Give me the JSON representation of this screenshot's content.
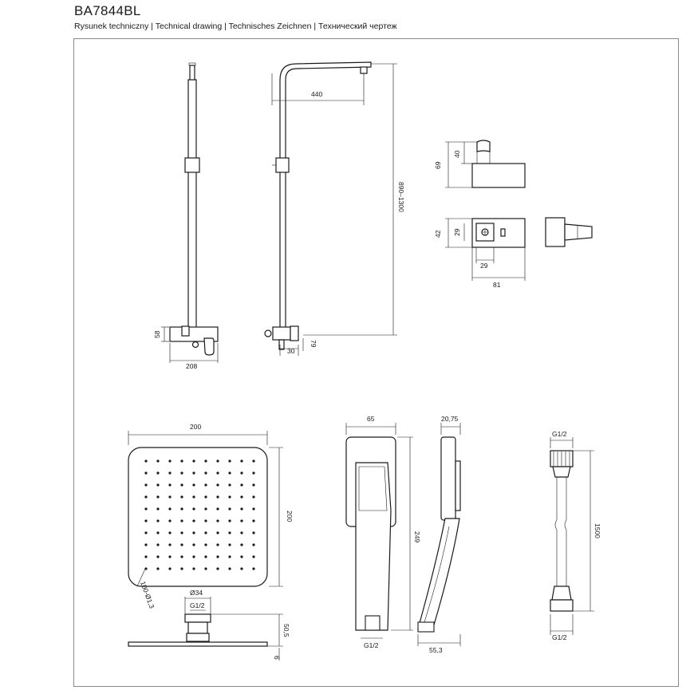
{
  "header": {
    "model": "BA7844BL",
    "subtitle": "Rysunek techniczny | Technical drawing | Technisches Zeichnen | Технический чертеж"
  },
  "dimensions": {
    "arm_reach": "440",
    "height_range": "890–1300",
    "mixer_width": "208",
    "mixer_height": "58",
    "outlet_depth": "30",
    "outlet_height": "79",
    "holder_h69": "69",
    "holder_h40": "40",
    "holder_h42": "42",
    "holder_h29": "29",
    "holder_w29": "29",
    "holder_w81": "81",
    "head_width": "200",
    "head_height": "200",
    "nozzles": "100-Ø1,3",
    "conn_d": "Ø34",
    "conn_thread": "G1/2",
    "head_depth": "50,5",
    "head_thick": "6",
    "hand_width": "65",
    "hand_depth": "20,75",
    "hand_length": "249",
    "hand_thread": "G1/2",
    "hand_side": "55,3",
    "hose_top": "G1/2",
    "hose_len": "1500",
    "hose_bottom": "G1/2"
  }
}
